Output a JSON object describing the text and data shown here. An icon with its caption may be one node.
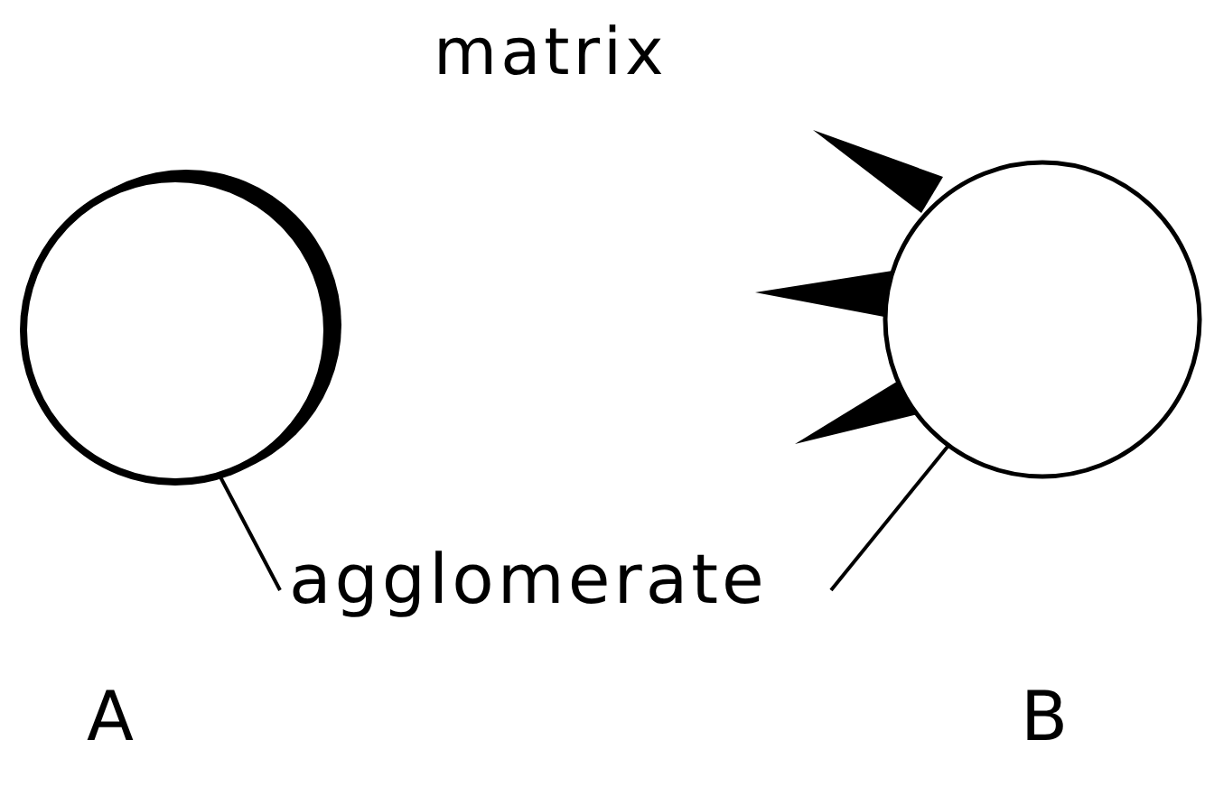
{
  "diagram": {
    "nodes": [
      {
        "text": [
          "agglomerate"
        ]
      },
      {
        "text": [],
        "shape": "circle"
      },
      {
        "text": [],
        "shape": "circle"
      }
    ],
    "edges": [
      {
        "from": 0,
        "to": 1,
        "arrow": "none"
      },
      {
        "from": 0,
        "to": 2,
        "arrow": "none"
      }
    ],
    "labels": [
      "matrix",
      "A",
      "B"
    ]
  }
}
